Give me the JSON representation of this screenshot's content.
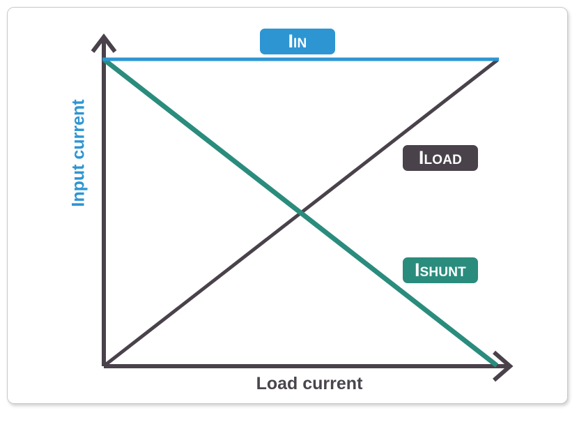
{
  "figure": {
    "background": "#ffffff",
    "frame_color": "#c9c9c9"
  },
  "axes": {
    "x_label": "Load current",
    "y_label": "Input current",
    "x_label_color": "#4a454d",
    "y_label_color": "#2e95d3",
    "axis_color": "#4a424b",
    "arrowheads": [
      "x-axis-right",
      "y-axis-top"
    ]
  },
  "series_labels": {
    "iin": {
      "symbol": "I",
      "subscript": "IN",
      "color": "#2e95d3"
    },
    "iload": {
      "symbol": "I",
      "subscript": "LOAD",
      "color": "#4a424b"
    },
    "ishunt": {
      "symbol": "I",
      "subscript": "SHUNT",
      "color": "#2a8c7d"
    }
  },
  "chart_data": {
    "type": "line",
    "title": "",
    "xlabel": "Load current",
    "ylabel": "Input current",
    "xlim": [
      0,
      1
    ],
    "ylim": [
      0,
      1
    ],
    "grid": false,
    "legend": "inline-pill-labels",
    "x": [
      0,
      1
    ],
    "series": [
      {
        "name": "I_IN",
        "label": "IIN",
        "color": "#2e95d3",
        "values": [
          1,
          1
        ],
        "description": "Constant total input current, flat horizontal line at maximum"
      },
      {
        "name": "I_LOAD",
        "label": "ILOAD",
        "color": "#4a424b",
        "values": [
          0,
          1
        ],
        "description": "Load current rises linearly from zero to the full input current"
      },
      {
        "name": "I_SHUNT",
        "label": "ISHUNT",
        "color": "#2a8c7d",
        "values": [
          1,
          0
        ],
        "description": "Shunt current falls linearly from the full input current to zero"
      }
    ],
    "annotations": [
      {
        "text": "I_LOAD and I_SHUNT cross at half the input current",
        "x": 0.5,
        "y": 0.5
      }
    ]
  }
}
